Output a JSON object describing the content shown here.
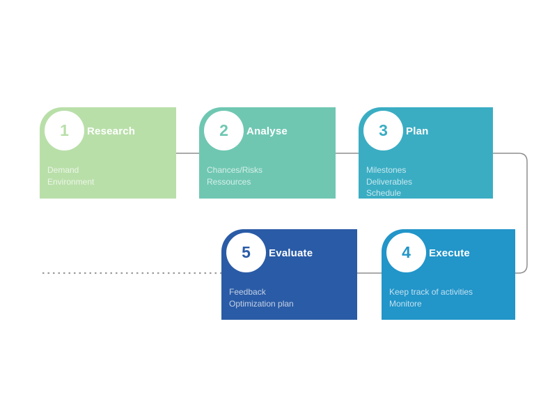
{
  "steps": [
    {
      "number": "1",
      "label": "Research",
      "details": [
        "Demand",
        "Environment"
      ],
      "color": "#b9dfa9"
    },
    {
      "number": "2",
      "label": "Analyse",
      "details": [
        "Chances/Risks",
        "Ressources"
      ],
      "color": "#6fc7b2"
    },
    {
      "number": "3",
      "label": "Plan",
      "details": [
        "Milestones",
        "Deliverables",
        "Schedule"
      ],
      "color": "#3aadc3"
    },
    {
      "number": "4",
      "label": "Execute",
      "details": [
        "Keep track of activities",
        "Monitore"
      ],
      "color": "#2295c9"
    },
    {
      "number": "5",
      "label": "Evaluate",
      "details": [
        "Feedback",
        "Optimization plan"
      ],
      "color": "#2a5ba6"
    }
  ],
  "connectors": {
    "solid_line_color": "#8d8d8d",
    "dotted_line_color": "#9b9b9b"
  }
}
